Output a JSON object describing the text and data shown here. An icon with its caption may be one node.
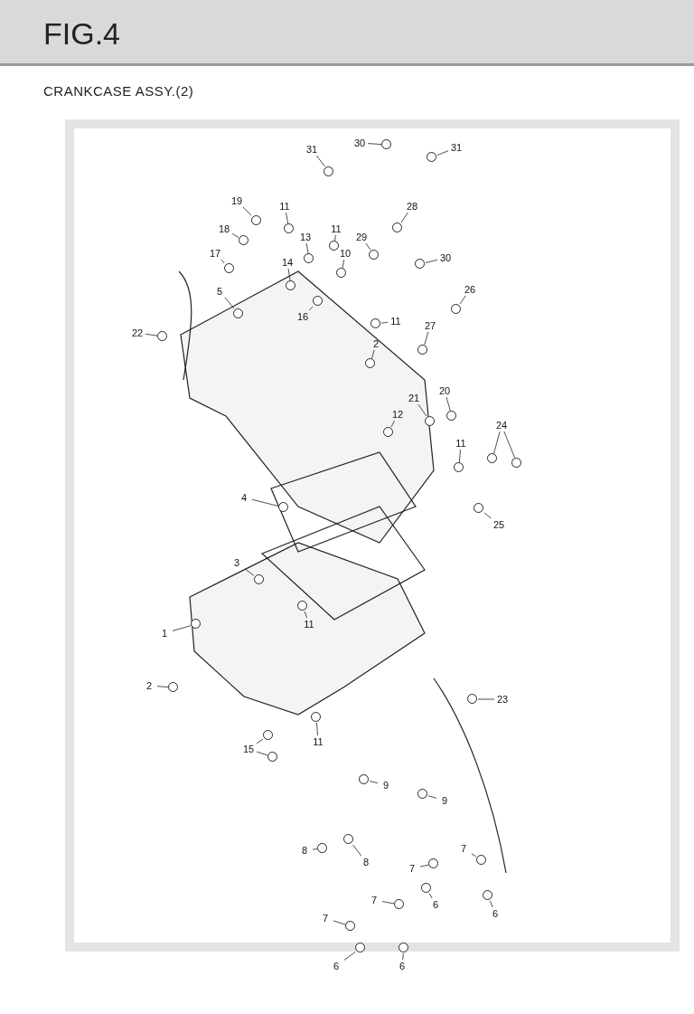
{
  "diagram": {
    "title": "FIG.4",
    "nodes": [
      {
        "text": [
          "31"
        ]
      },
      {
        "text": [
          "30"
        ]
      },
      {
        "text": [
          "31"
        ]
      },
      {
        "text": [
          "19"
        ]
      },
      {
        "text": [
          "11"
        ]
      },
      {
        "text": [
          "28"
        ]
      },
      {
        "text": [
          "11"
        ]
      },
      {
        "text": [
          "18"
        ]
      },
      {
        "text": [
          "13"
        ]
      },
      {
        "text": [
          "29"
        ]
      },
      {
        "text": [
          "10"
        ]
      },
      {
        "text": [
          "17"
        ]
      },
      {
        "text": [
          "14"
        ]
      },
      {
        "text": [
          "30"
        ]
      },
      {
        "text": [
          "26"
        ]
      },
      {
        "text": [
          "5"
        ]
      },
      {
        "text": [
          "16"
        ]
      },
      {
        "text": [
          "11"
        ]
      },
      {
        "text": [
          "22"
        ]
      },
      {
        "text": [
          "27"
        ]
      },
      {
        "text": [
          "2"
        ]
      },
      {
        "text": [
          "20"
        ]
      },
      {
        "text": [
          "21"
        ]
      },
      {
        "text": [
          "12"
        ]
      },
      {
        "text": [
          "11"
        ]
      },
      {
        "text": [
          "24"
        ]
      },
      {
        "text": [
          "4"
        ]
      },
      {
        "text": [
          "25"
        ]
      },
      {
        "text": [
          "3"
        ]
      },
      {
        "text": [
          "1"
        ]
      },
      {
        "text": [
          "11"
        ]
      },
      {
        "text": [
          "2"
        ]
      },
      {
        "text": [
          "23"
        ]
      },
      {
        "text": [
          "15"
        ]
      },
      {
        "text": [
          "11"
        ]
      },
      {
        "text": [
          "9"
        ]
      },
      {
        "text": [
          "9"
        ]
      },
      {
        "text": [
          "8"
        ]
      },
      {
        "text": [
          "8"
        ]
      },
      {
        "text": [
          "7"
        ]
      },
      {
        "text": [
          "7"
        ]
      },
      {
        "text": [
          "6"
        ]
      },
      {
        "text": [
          "6"
        ]
      },
      {
        "text": [
          "7"
        ]
      },
      {
        "text": [
          "7"
        ]
      },
      {
        "text": [
          "6"
        ]
      },
      {
        "text": [
          "6"
        ]
      },
      {
        "text": [],
        "shape": "circle"
      },
      {
        "text": [],
        "shape": "circle"
      },
      {
        "text": [],
        "shape": "circle"
      },
      {
        "text": [],
        "shape": "circle"
      },
      {
        "text": [],
        "shape": "circle"
      },
      {
        "text": [],
        "shape": "circle"
      },
      {
        "text": [],
        "shape": "circle"
      },
      {
        "text": [],
        "shape": "circle"
      },
      {
        "text": [],
        "shape": "circle"
      },
      {
        "text": [],
        "shape": "circle"
      },
      {
        "text": [],
        "shape": "circle"
      },
      {
        "text": [],
        "shape": "circle"
      },
      {
        "text": [],
        "shape": "circle"
      },
      {
        "text": [],
        "shape": "circle"
      },
      {
        "text": [],
        "shape": "circle"
      },
      {
        "text": [],
        "shape": "circle"
      },
      {
        "text": [],
        "shape": "circle"
      },
      {
        "text": [],
        "shape": "circle"
      },
      {
        "text": [],
        "shape": "circle"
      },
      {
        "text": [],
        "shape": "circle"
      },
      {
        "text": [],
        "shape": "circle"
      },
      {
        "text": [],
        "shape": "circle"
      },
      {
        "text": [],
        "shape": "circle"
      },
      {
        "text": [],
        "shape": "circle"
      },
      {
        "text": [],
        "shape": "circle"
      },
      {
        "text": [],
        "shape": "circle"
      },
      {
        "text": [],
        "shape": "circle"
      },
      {
        "text": [],
        "shape": "circle"
      },
      {
        "text": [],
        "shape": "circle"
      },
      {
        "text": [],
        "shape": "circle"
      },
      {
        "text": [],
        "shape": "circle"
      },
      {
        "text": [],
        "shape": "circle"
      },
      {
        "text": [],
        "shape": "circle"
      },
      {
        "text": [],
        "shape": "circle"
      },
      {
        "text": [],
        "shape": "circle"
      },
      {
        "text": [],
        "shape": "circle"
      },
      {
        "text": [],
        "shape": "circle"
      },
      {
        "text": [],
        "shape": "circle"
      },
      {
        "text": [],
        "shape": "circle"
      },
      {
        "text": [],
        "shape": "circle"
      },
      {
        "text": [],
        "shape": "circle"
      },
      {
        "text": [],
        "shape": "circle"
      },
      {
        "text": [],
        "shape": "circle"
      },
      {
        "text": [],
        "shape": "circle"
      },
      {
        "text": [],
        "shape": "circle"
      },
      {
        "text": [],
        "shape": "circle"
      },
      {
        "text": [],
        "shape": "circle"
      },
      {
        "text": [],
        "shape": "circle"
      },
      {
        "text": [],
        "shape": "circle"
      }
    ],
    "edges": [
      {
        "from": 0,
        "to": 47,
        "arrow": "none"
      },
      {
        "from": 1,
        "to": 48,
        "arrow": "none"
      },
      {
        "from": 2,
        "to": 49,
        "arrow": "none"
      },
      {
        "from": 3,
        "to": 50,
        "arrow": "none"
      },
      {
        "from": 4,
        "to": 51,
        "arrow": "none"
      },
      {
        "from": 5,
        "to": 52,
        "arrow": "none"
      },
      {
        "from": 6,
        "to": 53,
        "arrow": "none"
      },
      {
        "from": 7,
        "to": 54,
        "arrow": "none"
      },
      {
        "from": 8,
        "to": 55,
        "arrow": "none"
      },
      {
        "from": 9,
        "to": 56,
        "arrow": "none"
      },
      {
        "from": 10,
        "to": 57,
        "arrow": "none"
      },
      {
        "from": 11,
        "to": 58,
        "arrow": "none"
      },
      {
        "from": 12,
        "to": 59,
        "arrow": "none"
      },
      {
        "from": 13,
        "to": 60,
        "arrow": "none"
      },
      {
        "from": 14,
        "to": 61,
        "arrow": "none"
      },
      {
        "from": 15,
        "to": 62,
        "arrow": "none"
      },
      {
        "from": 16,
        "to": 63,
        "arrow": "none"
      },
      {
        "from": 17,
        "to": 64,
        "arrow": "none"
      },
      {
        "from": 18,
        "to": 65,
        "arrow": "none"
      },
      {
        "from": 19,
        "to": 66,
        "arrow": "none"
      },
      {
        "from": 20,
        "to": 67,
        "arrow": "none"
      },
      {
        "from": 21,
        "to": 68,
        "arrow": "none"
      },
      {
        "from": 22,
        "to": 69,
        "arrow": "none"
      },
      {
        "from": 23,
        "to": 70,
        "arrow": "none"
      },
      {
        "from": 24,
        "to": 71,
        "arrow": "none"
      },
      {
        "from": 25,
        "to": 72,
        "arrow": "none"
      },
      {
        "from": 25,
        "to": 73,
        "arrow": "none"
      },
      {
        "from": 26,
        "to": 74,
        "arrow": "none"
      },
      {
        "from": 27,
        "to": 75,
        "arrow": "none"
      },
      {
        "from": 28,
        "to": 76,
        "arrow": "none"
      },
      {
        "from": 29,
        "to": 77,
        "arrow": "none"
      },
      {
        "from": 30,
        "to": 78,
        "arrow": "none"
      },
      {
        "from": 31,
        "to": 79,
        "arrow": "none"
      },
      {
        "from": 32,
        "to": 80,
        "arrow": "none"
      },
      {
        "from": 33,
        "to": 81,
        "arrow": "none"
      },
      {
        "from": 33,
        "to": 82,
        "arrow": "none"
      },
      {
        "from": 34,
        "to": 83,
        "arrow": "none"
      },
      {
        "from": 35,
        "to": 84,
        "arrow": "none"
      },
      {
        "from": 36,
        "to": 85,
        "arrow": "none"
      },
      {
        "from": 37,
        "to": 86,
        "arrow": "none"
      },
      {
        "from": 38,
        "to": 87,
        "arrow": "none"
      },
      {
        "from": 39,
        "to": 88,
        "arrow": "none"
      },
      {
        "from": 40,
        "to": 89,
        "arrow": "none"
      },
      {
        "from": 41,
        "to": 90,
        "arrow": "none"
      },
      {
        "from": 42,
        "to": 91,
        "arrow": "none"
      },
      {
        "from": 43,
        "to": 92,
        "arrow": "none"
      },
      {
        "from": 44,
        "to": 93,
        "arrow": "none"
      },
      {
        "from": 45,
        "to": 94,
        "arrow": "none"
      },
      {
        "from": 46,
        "to": 95,
        "arrow": "none"
      }
    ],
    "labels": [
      "CRANKCASE ASSY.(2)"
    ]
  }
}
